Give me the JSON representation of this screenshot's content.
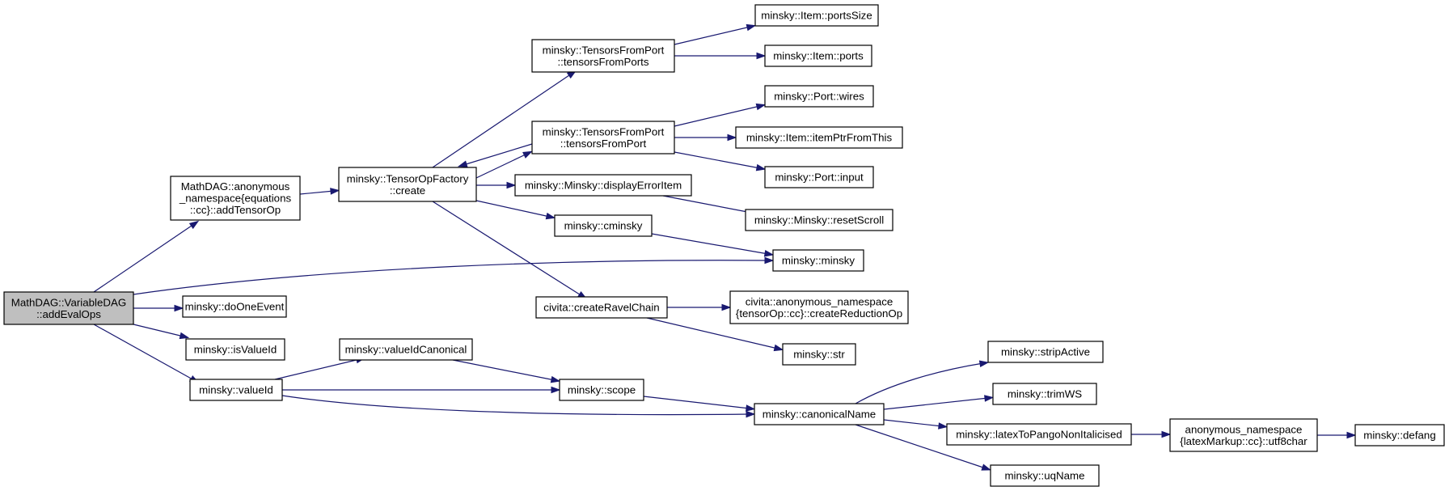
{
  "colors": {
    "edge": "#191970",
    "root_fill": "#bfbfbf",
    "node_fill": "#ffffff",
    "node_border": "#000000"
  },
  "nodes": {
    "addEvalOps": [
      "MathDAG::VariableDAG",
      "::addEvalOps"
    ],
    "addTensorOp": [
      "MathDAG::anonymous",
      "_namespace{equations",
      "::cc}::addTensorOp"
    ],
    "doOneEvent": [
      "minsky::doOneEvent"
    ],
    "isValueId": [
      "minsky::isValueId"
    ],
    "valueId": [
      "minsky::valueId"
    ],
    "create": [
      "minsky::TensorOpFactory",
      "::create"
    ],
    "tensorsFromPorts": [
      "minsky::TensorsFromPort",
      "::tensorsFromPorts"
    ],
    "tensorsFromPort": [
      "minsky::TensorsFromPort",
      "::tensorsFromPort"
    ],
    "displayErrorItem": [
      "minsky::Minsky::displayErrorItem"
    ],
    "cminsky": [
      "minsky::cminsky"
    ],
    "createRavelChain": [
      "civita::createRavelChain"
    ],
    "minsky": [
      "minsky::minsky"
    ],
    "valueIdCanonical": [
      "minsky::valueIdCanonical"
    ],
    "scope": [
      "minsky::scope"
    ],
    "portsSize": [
      "minsky::Item::portsSize"
    ],
    "ports": [
      "minsky::Item::ports"
    ],
    "wires": [
      "minsky::Port::wires"
    ],
    "itemPtrFromThis": [
      "minsky::Item::itemPtrFromThis"
    ],
    "input": [
      "minsky::Port::input"
    ],
    "resetScroll": [
      "minsky::Minsky::resetScroll"
    ],
    "createReductionOp": [
      "civita::anonymous_namespace",
      "{tensorOp::cc}::createReductionOp"
    ],
    "str": [
      "minsky::str"
    ],
    "canonicalName": [
      "minsky::canonicalName"
    ],
    "stripActive": [
      "minsky::stripActive"
    ],
    "trimWS": [
      "minsky::trimWS"
    ],
    "latexToPangoNonItalicised": [
      "minsky::latexToPangoNonItalicised"
    ],
    "uqName": [
      "minsky::uqName"
    ],
    "utf8char": [
      "anonymous_namespace",
      "{latexMarkup::cc}::utf8char"
    ],
    "defang": [
      "minsky::defang"
    ]
  }
}
